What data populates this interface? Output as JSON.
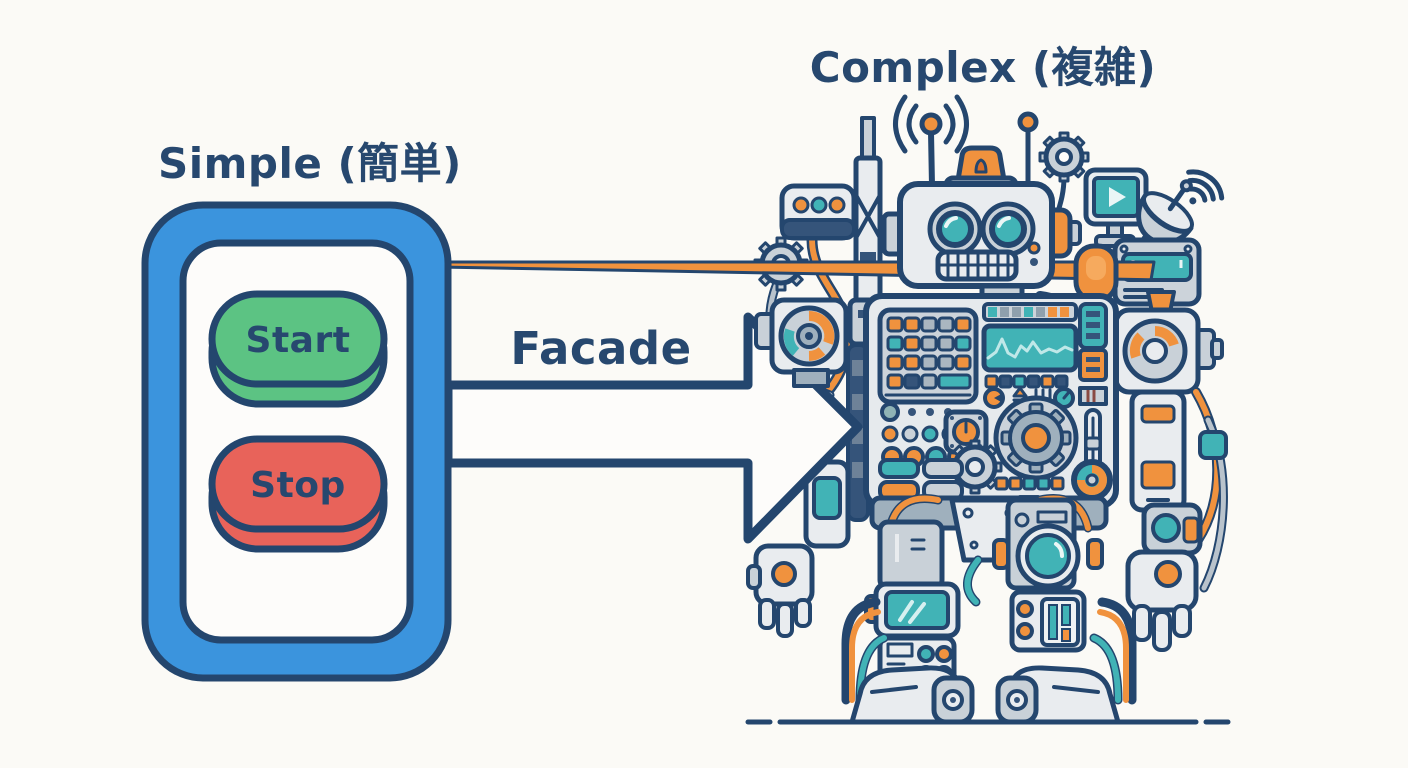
{
  "labels": {
    "simple": "Simple (簡単)",
    "complex": "Complex (複雑)",
    "facade": "Facade"
  },
  "remote": {
    "start_label": "Start",
    "stop_label": "Stop"
  },
  "colors": {
    "background": "#fbfaf6",
    "text_navy": "#27486f",
    "outline_navy": "#24466e",
    "panel_blue": "#3b94dd",
    "start_green": "#5cc383",
    "stop_red": "#e8635a",
    "accent_teal": "#41b3b6",
    "accent_orange": "#f0923e",
    "gray_light": "#e9ecef",
    "gray_mid": "#c9d1d8"
  },
  "illustration": {
    "components": [
      "simple-remote-control",
      "start-button",
      "stop-button",
      "facade-arrow",
      "complex-robot",
      "robot-head",
      "robot-control-panel",
      "siren-icon",
      "antenna-icon",
      "radio-waves-icon",
      "gear-icon",
      "pager-icon",
      "monitor-play-icon",
      "satellite-dish-icon",
      "wifi-waves-icon",
      "oscilloscope-screen",
      "ground-line"
    ]
  }
}
